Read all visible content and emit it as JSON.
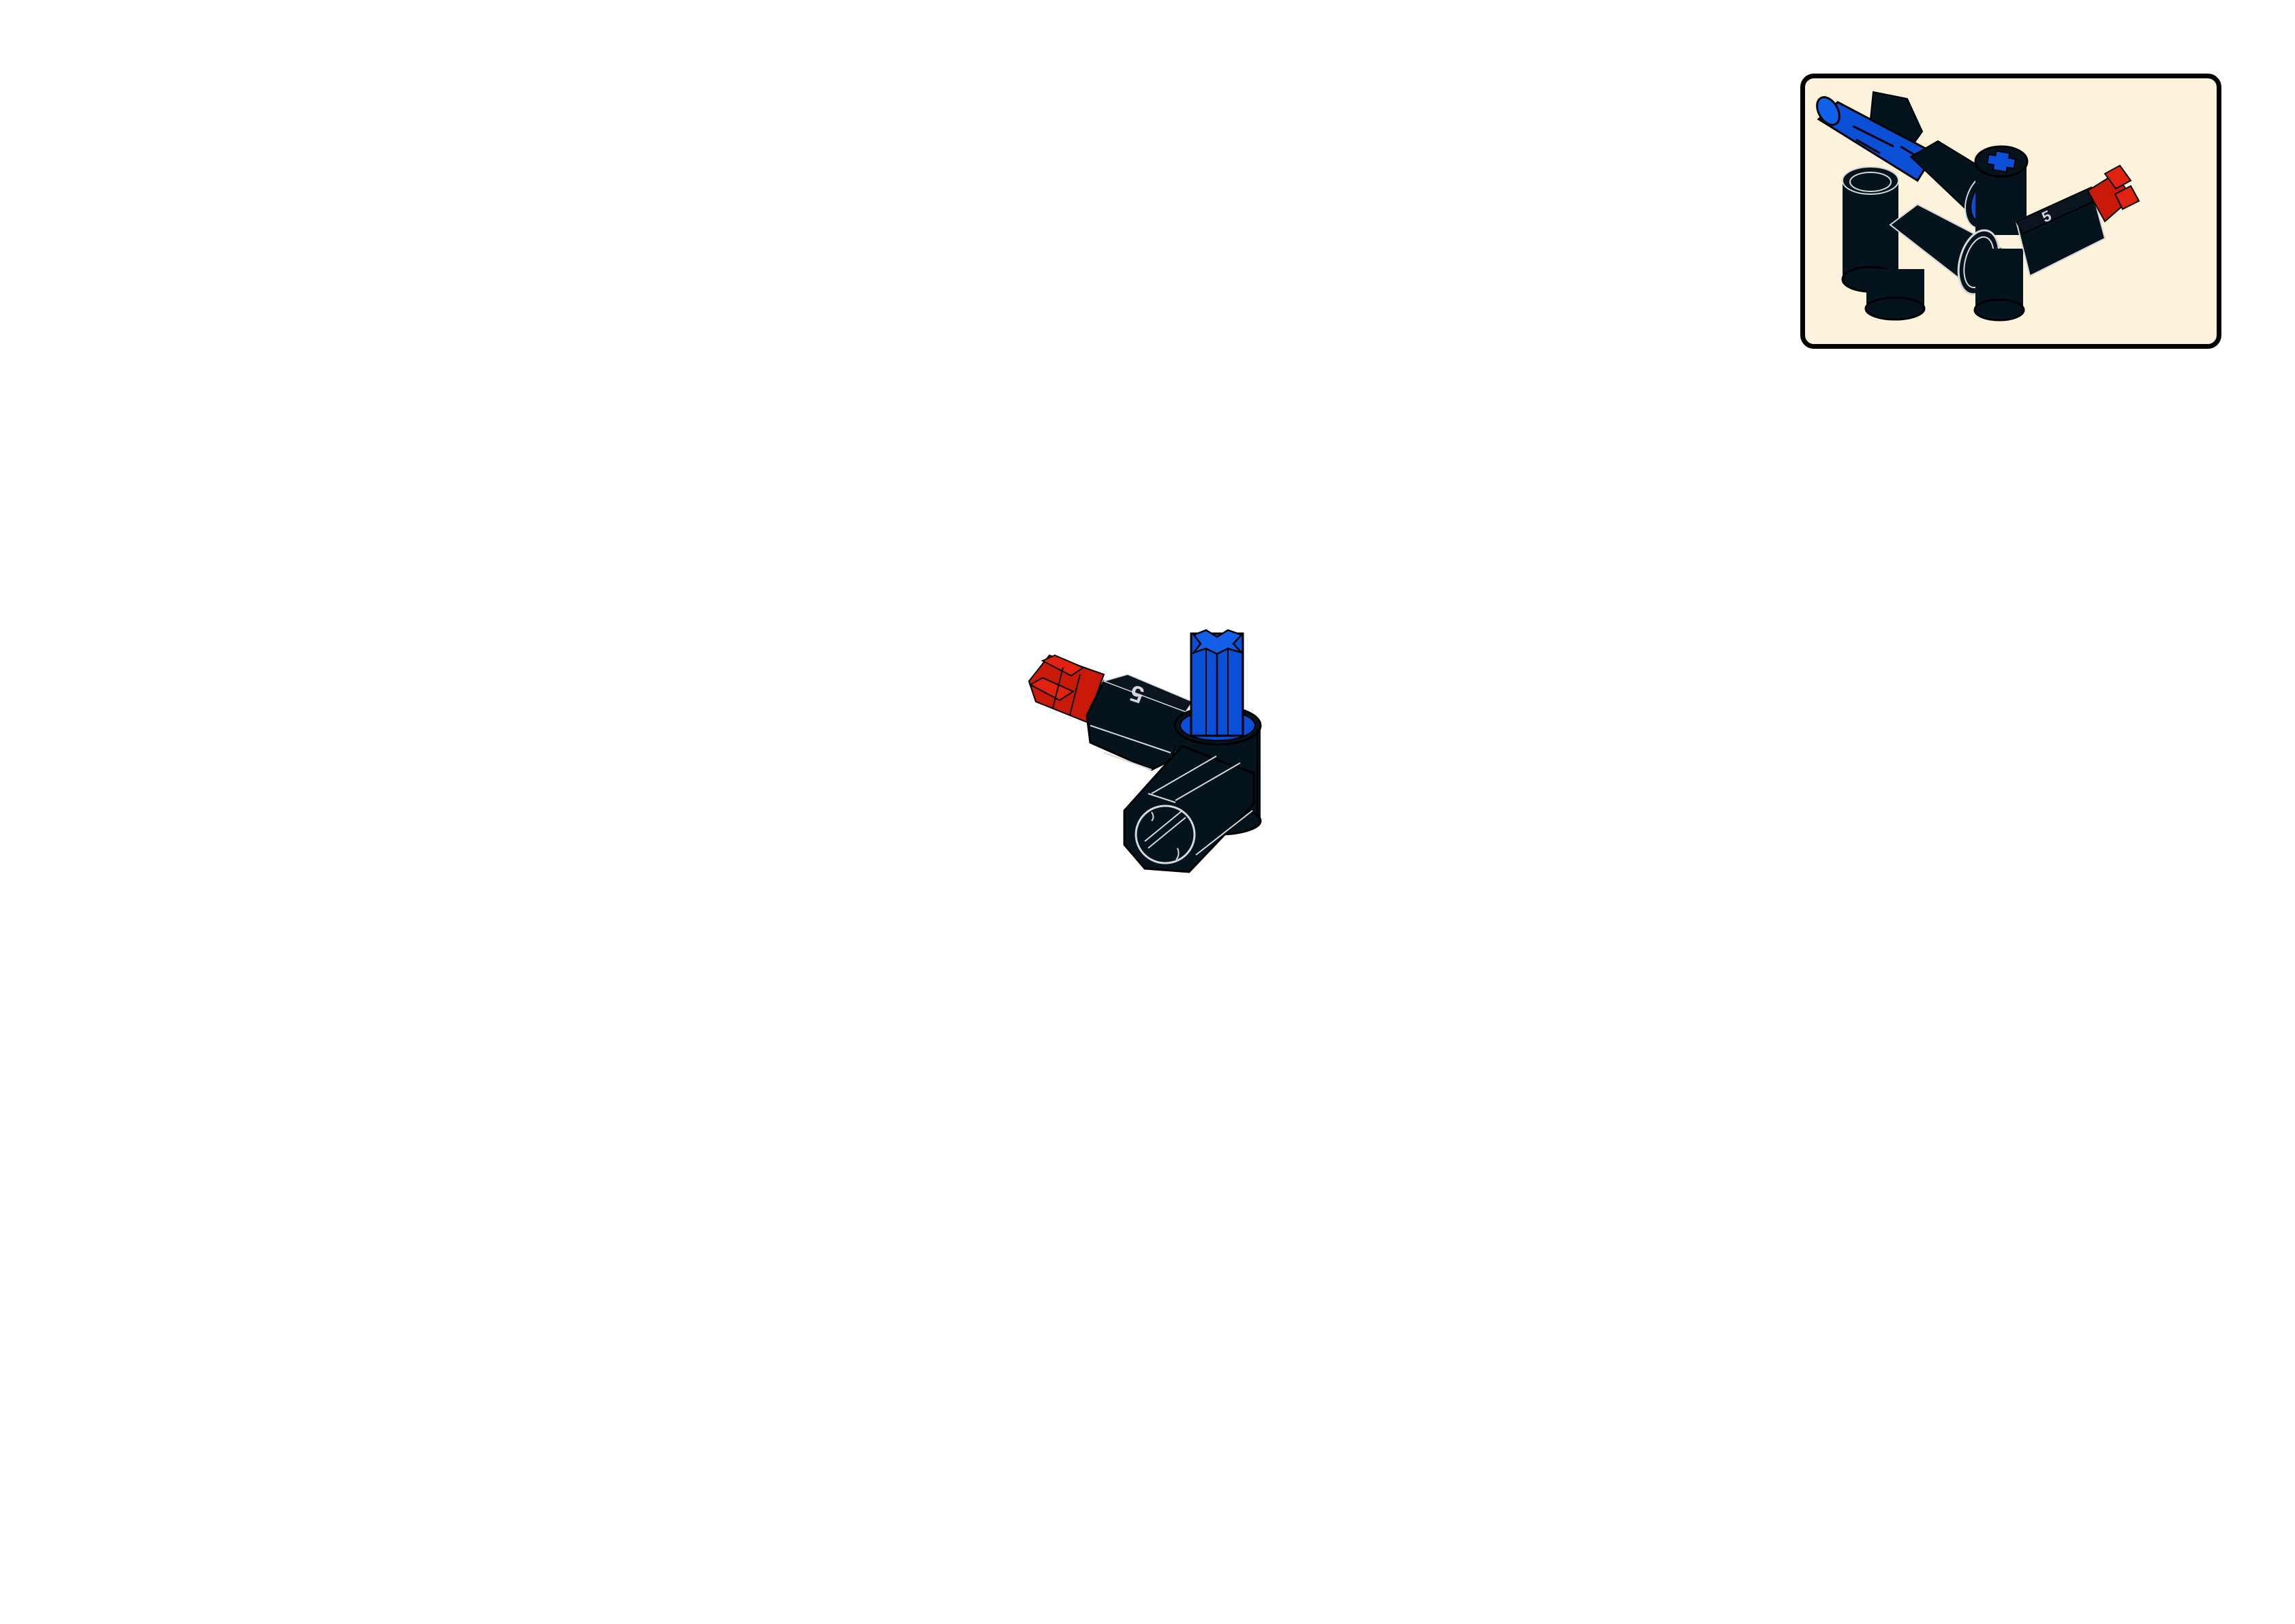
{
  "page": {
    "type": "building-instructions-step",
    "background_color": "#FFFFFF"
  },
  "callout": {
    "label": "submodel-preview",
    "background_color": "#FDF3DC",
    "border_color": "#000000",
    "parts": [
      {
        "name": "blue-friction-pin-with-axle",
        "color": "#0A4FD6"
      },
      {
        "name": "black-angle-connector-1",
        "color": "#05131D"
      },
      {
        "name": "black-angle-connector-2",
        "color": "#05131D"
      },
      {
        "name": "black-axle-connector-marked-5",
        "color": "#05131D",
        "marking": "5"
      },
      {
        "name": "red-axle-end",
        "color": "#C91A09"
      }
    ]
  },
  "step_model": {
    "label": "current-step-assembly",
    "parts": [
      {
        "name": "blue-axle",
        "color": "#0A4FD6"
      },
      {
        "name": "black-angle-connector",
        "color": "#05131D"
      },
      {
        "name": "black-axle-connector-marked-5",
        "color": "#05131D",
        "marking": "5"
      },
      {
        "name": "red-axle-end",
        "color": "#C91A09"
      }
    ]
  },
  "colors": {
    "blue": "#0A4FD6",
    "black": "#05131D",
    "red": "#C91A09",
    "edge_highlight": "#D8D8D8"
  }
}
